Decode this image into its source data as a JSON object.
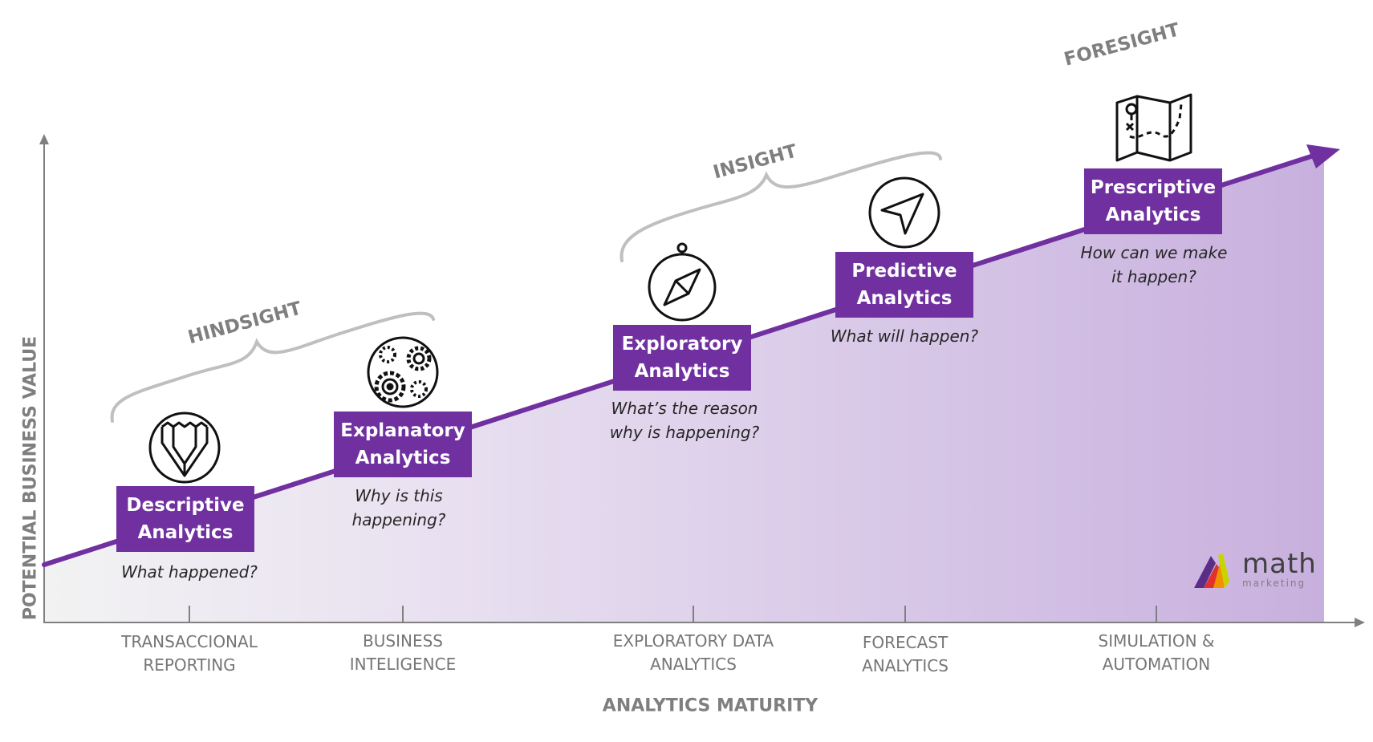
{
  "axes": {
    "y_title": "POTENTIAL BUSINESS VALUE",
    "x_title": "ANALYTICS MATURITY"
  },
  "phases": [
    {
      "label": "HINDSIGHT"
    },
    {
      "label": "INSIGHT"
    },
    {
      "label": "FORESIGHT"
    }
  ],
  "stages": [
    {
      "line1": "Descriptive",
      "line2": "Analytics",
      "q1": "What happened?",
      "q2": "",
      "icon": "pencil-icon"
    },
    {
      "line1": "Explanatory",
      "line2": "Analytics",
      "q1": "Why is this",
      "q2": "happening?",
      "icon": "gears-icon"
    },
    {
      "line1": "Exploratory",
      "line2": "Analytics",
      "q1": "What’s the reason",
      "q2": "why is happening?",
      "icon": "compass-icon"
    },
    {
      "line1": "Predictive",
      "line2": "Analytics",
      "q1": "What will happen?",
      "q2": "",
      "icon": "navigation-icon"
    },
    {
      "line1": "Prescriptive",
      "line2": "Analytics",
      "q1": "How can we make",
      "q2": "it happen?",
      "icon": "map-icon"
    }
  ],
  "x_labels": [
    {
      "line1": "TRANSACCIONAL",
      "line2": "REPORTING"
    },
    {
      "line1": "BUSINESS",
      "line2": "INTELIGENCE"
    },
    {
      "line1": "EXPLORATORY DATA",
      "line2": "ANALYTICS"
    },
    {
      "line1": "FORECAST",
      "line2": "ANALYTICS"
    },
    {
      "line1": "SIMULATION &",
      "line2": "AUTOMATION"
    }
  ],
  "logo": {
    "word": "math",
    "sub": "marketing"
  },
  "colors": {
    "accent": "#7030a0",
    "fill_end": "#c7b0dd",
    "axis": "#808080",
    "brace": "#bfbfbf"
  }
}
